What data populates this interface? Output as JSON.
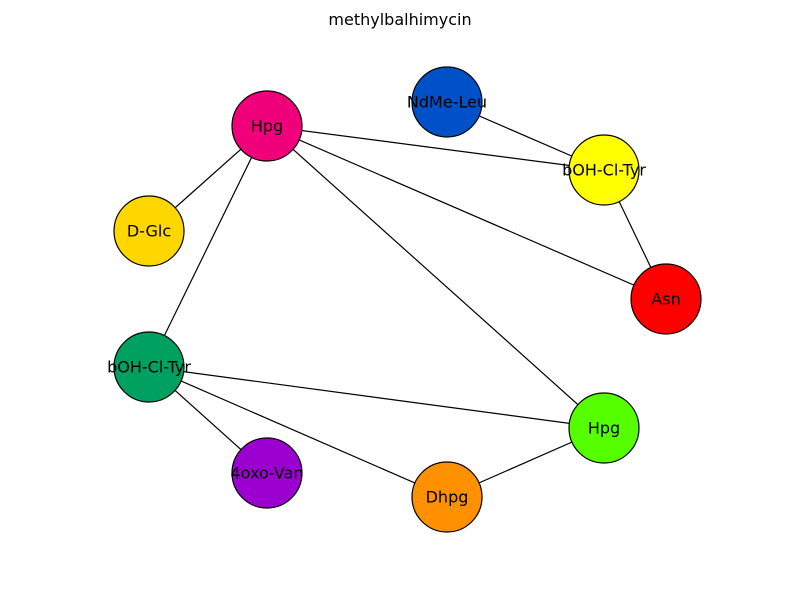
{
  "title": "methylbalhimycin",
  "nodes": [
    {
      "id": "n1",
      "label": "NdMe-Leu",
      "color": "#0050c8"
    },
    {
      "id": "n2",
      "label": "Hpg",
      "color": "#f0007a"
    },
    {
      "id": "n3",
      "label": "bOH-Cl-Tyr",
      "color": "#ffff00"
    },
    {
      "id": "n4",
      "label": "D-Glc",
      "color": "#ffd700"
    },
    {
      "id": "n5",
      "label": "Asn",
      "color": "#ff0000"
    },
    {
      "id": "n6",
      "label": "bOH-Cl-Tyr",
      "color": "#00a060"
    },
    {
      "id": "n7",
      "label": "Hpg",
      "color": "#55ff00"
    },
    {
      "id": "n8",
      "label": "4oxo-Van",
      "color": "#9b00d0"
    },
    {
      "id": "n9",
      "label": "Dhpg",
      "color": "#ff9000"
    }
  ],
  "edges": [
    [
      "n1",
      "n3"
    ],
    [
      "n3",
      "n5"
    ],
    [
      "n2",
      "n3"
    ],
    [
      "n2",
      "n5"
    ],
    [
      "n2",
      "n4"
    ],
    [
      "n2",
      "n6"
    ],
    [
      "n2",
      "n7"
    ],
    [
      "n6",
      "n7"
    ],
    [
      "n6",
      "n8"
    ],
    [
      "n6",
      "n9"
    ],
    [
      "n9",
      "n7"
    ]
  ]
}
